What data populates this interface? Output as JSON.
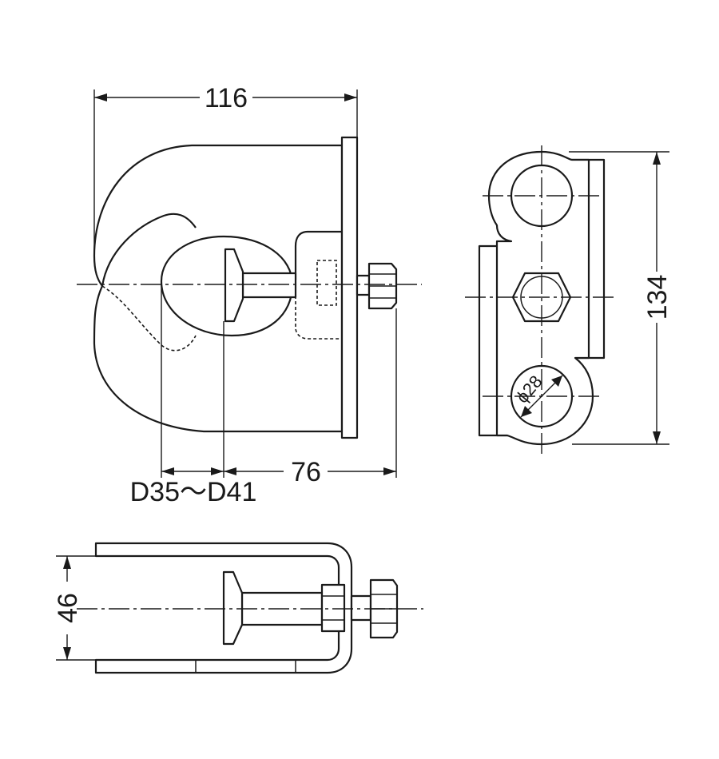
{
  "dimensions": {
    "width_overall": "116",
    "pipe_range": "D35～D41",
    "bolt_reach": "76",
    "height_side": "134",
    "hole_dia": "ϕ28",
    "depth_bottom": "46"
  }
}
